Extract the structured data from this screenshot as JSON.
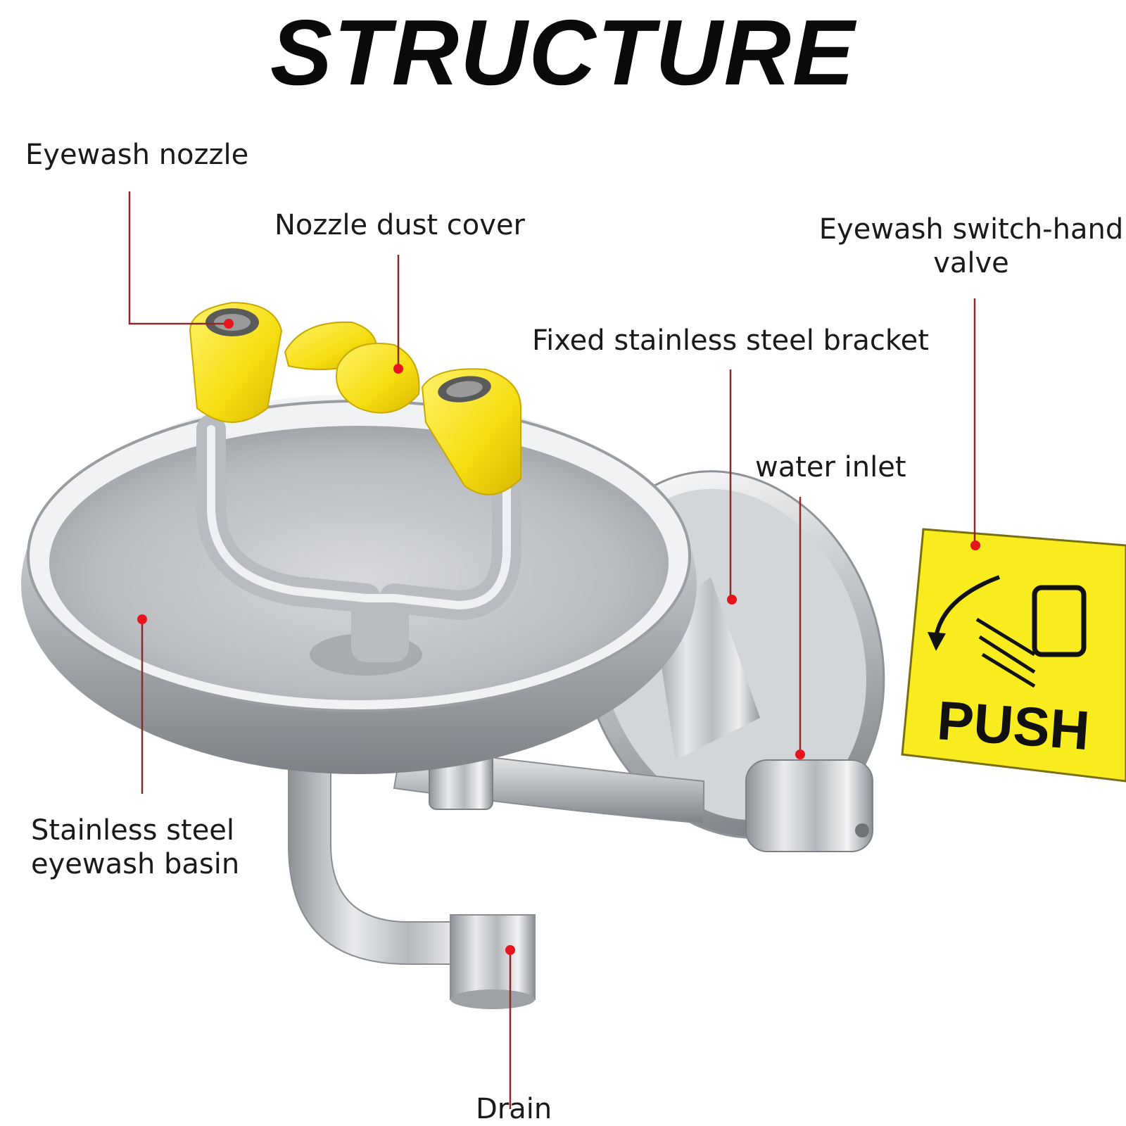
{
  "title": "STRUCTURE",
  "labels": {
    "eyewash_nozzle": "Eyewash nozzle",
    "nozzle_dust_cover": "Nozzle dust cover",
    "hand_valve_line1": "Eyewash switch-hand",
    "hand_valve_line2": "valve",
    "bracket": "Fixed stainless steel bracket",
    "water_inlet": "water inlet",
    "basin_line1": "Stainless steel",
    "basin_line2": "eyewash basin",
    "drain": "Drain"
  },
  "sign_text": "PUSH",
  "colors": {
    "leader_line": "#8b2a2a",
    "marker": "#e8141c",
    "nozzle_yellow": "#f7e21b",
    "sign_yellow": "#f9ec1e",
    "steel": "#c7c9cc"
  },
  "icons": [
    "push-hand-icon",
    "curved-arrow-icon"
  ]
}
